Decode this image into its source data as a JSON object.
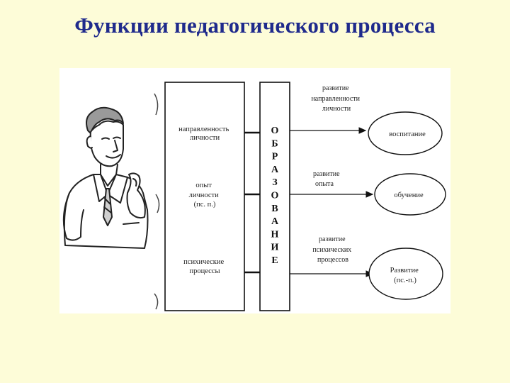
{
  "title": "Функции педагогического процесса",
  "left_box": {
    "items": [
      {
        "line1": "направленность",
        "line2": "личности",
        "line3": ""
      },
      {
        "line1": "опыт",
        "line2": "личности",
        "line3": "(пс. п.)"
      },
      {
        "line1": "психические",
        "line2": "процессы",
        "line3": ""
      }
    ]
  },
  "middle_box": {
    "letters": [
      "О",
      "Б",
      "Р",
      "А",
      "З",
      "О",
      "В",
      "А",
      "Н",
      "И",
      "Е"
    ]
  },
  "arrows": [
    {
      "line1": "развитие",
      "line2": "направленности",
      "line3": "личности"
    },
    {
      "line1": "развитие",
      "line2": "опыта",
      "line3": ""
    },
    {
      "line1": "развитие",
      "line2": "психических",
      "line3": "процессов"
    }
  ],
  "outcomes": [
    {
      "line1": "воспитание",
      "line2": ""
    },
    {
      "line1": "обучение",
      "line2": ""
    },
    {
      "line1": "Развитие",
      "line2": "(пс.-п.)"
    }
  ],
  "illustration": {
    "icon": "thinking-man-illustration"
  }
}
